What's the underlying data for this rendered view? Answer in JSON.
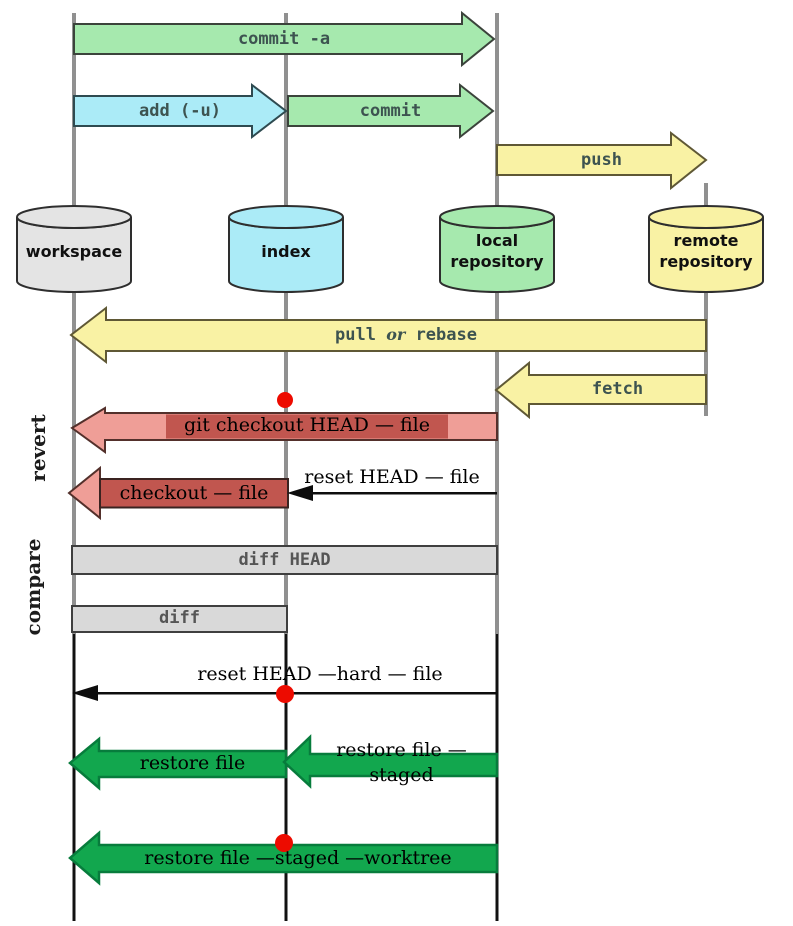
{
  "diagram": "git data transport between storage areas",
  "cylinders": [
    {
      "label": "workspace"
    },
    {
      "label": "index"
    },
    {
      "label": "local repository"
    },
    {
      "label": "remote repository"
    }
  ],
  "side_labels": {
    "revert": "revert",
    "compare": "compare"
  },
  "arrows": {
    "commit_a": "commit -a",
    "add": "add (-u)",
    "commit": "commit",
    "push": "push",
    "pull": {
      "pre": "pull",
      "mid": "or",
      "post": "rebase"
    },
    "fetch": "fetch",
    "git_checkout": "git checkout HEAD — file",
    "reset_head": "reset HEAD — file",
    "checkout_file": "checkout — file",
    "diff_head": "diff HEAD",
    "diff": "diff",
    "reset_hard": "reset HEAD —hard — file",
    "restore_file": "restore file",
    "restore_staged_line1": "restore file —",
    "restore_staged_line2": "staged",
    "restore_worktree": "restore file —staged —worktree"
  },
  "colors": {
    "pastel_green": "#a6e9ae",
    "cyan": "#abebf7",
    "yellow": "#f9f2a4",
    "salmon": "#ef9e97",
    "dark_red": "#c1564f",
    "bar_gray": "#d9d9d9",
    "green": "#12a74e",
    "cyl_gray": "#e4e4e4",
    "marker_red": "#ed0b00",
    "line_gray": "#909090",
    "line_black": "#111111"
  }
}
